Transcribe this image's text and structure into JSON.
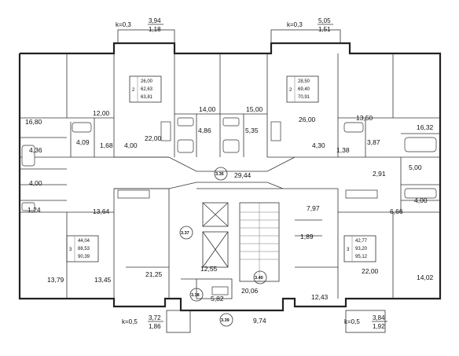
{
  "rooms": [
    {
      "id": "r1",
      "label": "16,80"
    },
    {
      "id": "r2",
      "label": "4,36"
    },
    {
      "id": "r3",
      "label": "4,00"
    },
    {
      "id": "r4",
      "label": "1,24"
    },
    {
      "id": "r5",
      "label": "12,00"
    },
    {
      "id": "r6",
      "label": "4,09"
    },
    {
      "id": "r7",
      "label": "1,68"
    },
    {
      "id": "r8",
      "label": "4,00"
    },
    {
      "id": "r9",
      "label": "22,00"
    },
    {
      "id": "r10",
      "label": "14,00"
    },
    {
      "id": "r11",
      "label": "4,86"
    },
    {
      "id": "r12",
      "label": "5,35"
    },
    {
      "id": "r13",
      "label": "15,00"
    },
    {
      "id": "r14",
      "label": "26,00"
    },
    {
      "id": "r15",
      "label": "4,30"
    },
    {
      "id": "r16",
      "label": "13,50"
    },
    {
      "id": "r17",
      "label": "1,38"
    },
    {
      "id": "r18",
      "label": "3,87"
    },
    {
      "id": "r19",
      "label": "16,32"
    },
    {
      "id": "r20",
      "label": "5,00"
    },
    {
      "id": "r21",
      "label": "4,00"
    },
    {
      "id": "r22",
      "label": "29,44"
    },
    {
      "id": "r23",
      "label": "2,91"
    },
    {
      "id": "r24",
      "label": "6,66"
    },
    {
      "id": "r25",
      "label": "13,64"
    },
    {
      "id": "r26",
      "label": "7,97"
    },
    {
      "id": "r27",
      "label": "1,89"
    },
    {
      "id": "r28",
      "label": "13,79"
    },
    {
      "id": "r29",
      "label": "13,45"
    },
    {
      "id": "r30",
      "label": "21,25"
    },
    {
      "id": "r31",
      "label": "12,55"
    },
    {
      "id": "r32",
      "label": "20,06"
    },
    {
      "id": "r33",
      "label": "22,00"
    },
    {
      "id": "r34",
      "label": "12,43"
    },
    {
      "id": "r35",
      "label": "14,02"
    },
    {
      "id": "r36",
      "label": "5,82"
    },
    {
      "id": "r37",
      "label": "9,74"
    }
  ],
  "circle_tags": [
    "3.36",
    "3.37",
    "3.38",
    "3.39",
    "3.40"
  ],
  "apartments": [
    {
      "rooms": "2",
      "a": "26,00",
      "b": "62,63",
      "c": "63,81"
    },
    {
      "rooms": "2",
      "a": "28,50",
      "b": "69,40",
      "c": "70,91"
    },
    {
      "rooms": "3",
      "a": "44,04",
      "b": "88,53",
      "c": "90,39"
    },
    {
      "rooms": "3",
      "a": "42,77",
      "b": "93,20",
      "c": "95,12"
    }
  ],
  "coefficients": [
    {
      "k": "k=0,3",
      "num": "3,94",
      "den": "1,18"
    },
    {
      "k": "k=0,3",
      "num": "5,05",
      "den": "1,51"
    },
    {
      "k": "k=0,5",
      "num": "3,72",
      "den": "1,86"
    },
    {
      "k": "k=0,5",
      "num": "3,84",
      "den": "1,92"
    }
  ]
}
